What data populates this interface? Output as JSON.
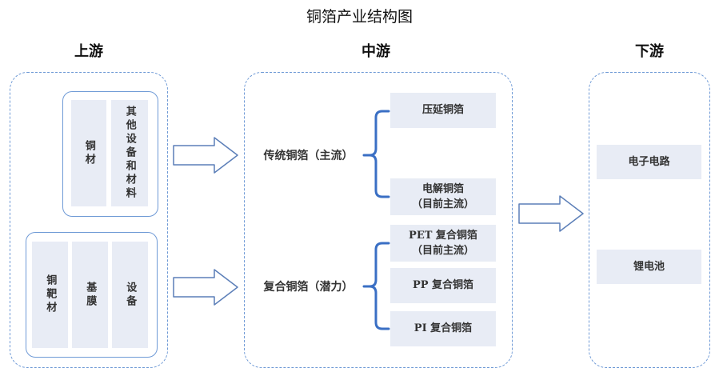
{
  "title": "铜箔产业结构图",
  "columns": {
    "upstream": "上游",
    "midstream": "中游",
    "downstream": "下游"
  },
  "upstream": {
    "group1": [
      "铜材",
      "其他设备和材料"
    ],
    "group2": [
      "铜靶材",
      "基膜",
      "设备"
    ]
  },
  "midstream": {
    "traditional": "传统铜箔（主流）",
    "composite": "复合铜箔（潜力）",
    "traditional_items": [
      "压延铜箔",
      "电解铜箔\n（目前主流）"
    ],
    "composite_items": [
      "PET 复合铜箔\n（目前主流）",
      "PP 复合铜箔",
      "PI 复合铜箔"
    ]
  },
  "downstream": {
    "items": [
      "电子电路",
      "锂电池"
    ]
  },
  "colors": {
    "border": "#6f9ad6",
    "box_fill": "#e8ecf5",
    "brace": "#3a6fc4",
    "arrow": "#5c7fb8"
  }
}
